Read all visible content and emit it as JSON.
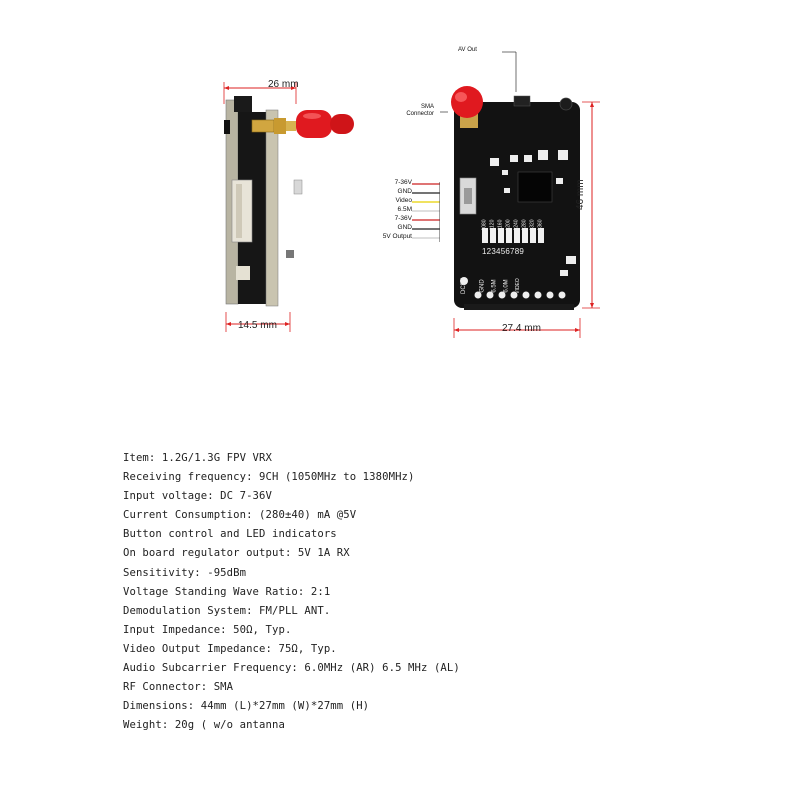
{
  "figure": {
    "side_width_label": "26 mm",
    "side_thickness_label": "14.5 mm",
    "front_width_label": "27.4 mm",
    "front_height_label": "46 mm",
    "av_out_label": "AV Out",
    "sma_label_line1": "SMA",
    "sma_label_line2": "Connector",
    "pins": [
      "7-36V",
      "GND",
      "Video",
      "6.5M",
      "7-36V",
      "GND",
      "5V Output"
    ],
    "pin_colors": [
      "#cc2222",
      "#222222",
      "#e8d000",
      "#f2f2f2",
      "#cc2222",
      "#222222",
      "#f2f2f2"
    ],
    "board_bottom_labels": [
      "DC5V",
      "GND",
      "6.5M",
      "6.0M",
      "VIDEO"
    ],
    "channel_labels": [
      "1080",
      "1120",
      "1160",
      "1200",
      "1240",
      "1280",
      "1320",
      "1360"
    ],
    "channel_digits": "1 2 3 4 5 6 7 8 9",
    "antenna_color": "#e0191f",
    "board_color": "#121212"
  },
  "specs": [
    "Item: 1.2G/1.3G FPV VRX",
    "Receiving frequency: 9CH  (1050MHz to 1380MHz)",
    "Input voltage: DC 7-36V",
    "Current Consumption: (280±40) mA @5V",
    "Button control and LED indicators",
    "On board regulator output: 5V 1A RX",
    "Sensitivity: -95dBm",
    "Voltage Standing Wave Ratio: 2:1",
    "Demodulation System: FM/PLL ANT.",
    "Input Impedance: 50Ω, Typ.",
    "Video Output Impedance: 75Ω, Typ.",
    "Audio Subcarrier Frequency: 6.0MHz (AR) 6.5 MHz (AL)",
    "RF Connector: SMA",
    "Dimensions: 44mm (L)*27mm (W)*27mm (H)",
    "Weight: 20g ( w/o antanna"
  ]
}
